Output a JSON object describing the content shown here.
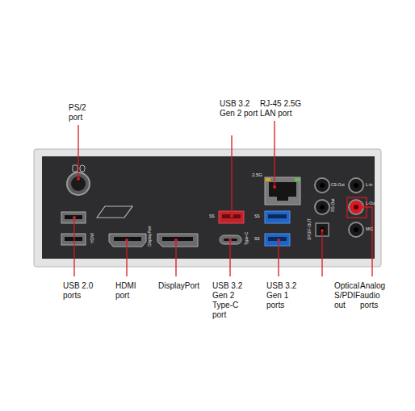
{
  "diagram": {
    "labels": [
      "PS/2 port",
      "USB 3.2 Gen 2 port",
      "RJ-45 2.5G LAN port",
      "USB 2.0 ports",
      "HDMI port",
      "DisplayPort",
      "USB 3.2 Gen 2 Type-C port",
      "USB 3.2 Gen 1 ports",
      "Optical S/PDIF out",
      "Analog audio ports",
      "HDMI",
      "DisplayPort",
      "2.5G",
      "SS",
      "SS",
      "SS",
      "Type-C",
      "SPDIF-OUT",
      "CS-Out",
      "RS-Out",
      "L-in",
      "L-Out",
      "MIC"
    ]
  }
}
